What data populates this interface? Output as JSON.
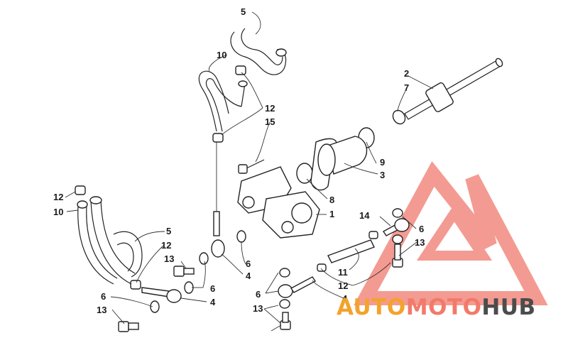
{
  "diagram": {
    "callouts": [
      {
        "id": "c1",
        "text": "5"
      },
      {
        "id": "c2",
        "text": "10"
      },
      {
        "id": "c3",
        "text": "12"
      },
      {
        "id": "c4",
        "text": "15"
      },
      {
        "id": "c5",
        "text": "2"
      },
      {
        "id": "c6",
        "text": "7"
      },
      {
        "id": "c7",
        "text": "9"
      },
      {
        "id": "c8",
        "text": "3"
      },
      {
        "id": "c9",
        "text": "8"
      },
      {
        "id": "c10",
        "text": "1"
      },
      {
        "id": "c11",
        "text": "12"
      },
      {
        "id": "c12",
        "text": "10"
      },
      {
        "id": "c13",
        "text": "5"
      },
      {
        "id": "c14",
        "text": "12"
      },
      {
        "id": "c15",
        "text": "13"
      },
      {
        "id": "c16",
        "text": "6"
      },
      {
        "id": "c17",
        "text": "4"
      },
      {
        "id": "c18",
        "text": "6"
      },
      {
        "id": "c19",
        "text": "6"
      },
      {
        "id": "c20",
        "text": "13"
      },
      {
        "id": "c21",
        "text": "4"
      },
      {
        "id": "c22",
        "text": "14"
      },
      {
        "id": "c23",
        "text": "6"
      },
      {
        "id": "c24",
        "text": "13"
      },
      {
        "id": "c25",
        "text": "11"
      },
      {
        "id": "c26",
        "text": "12"
      },
      {
        "id": "c27",
        "text": "6"
      },
      {
        "id": "c28",
        "text": "4"
      },
      {
        "id": "c29",
        "text": "13"
      }
    ]
  },
  "watermark": {
    "part1": "AUTO",
    "part2": "MOTO",
    "part3": "HUB",
    "colors": {
      "auto": "#f3a32c",
      "moto": "#f27a6a",
      "hub": "#4c4c4c",
      "logo": "#f28a80"
    }
  }
}
